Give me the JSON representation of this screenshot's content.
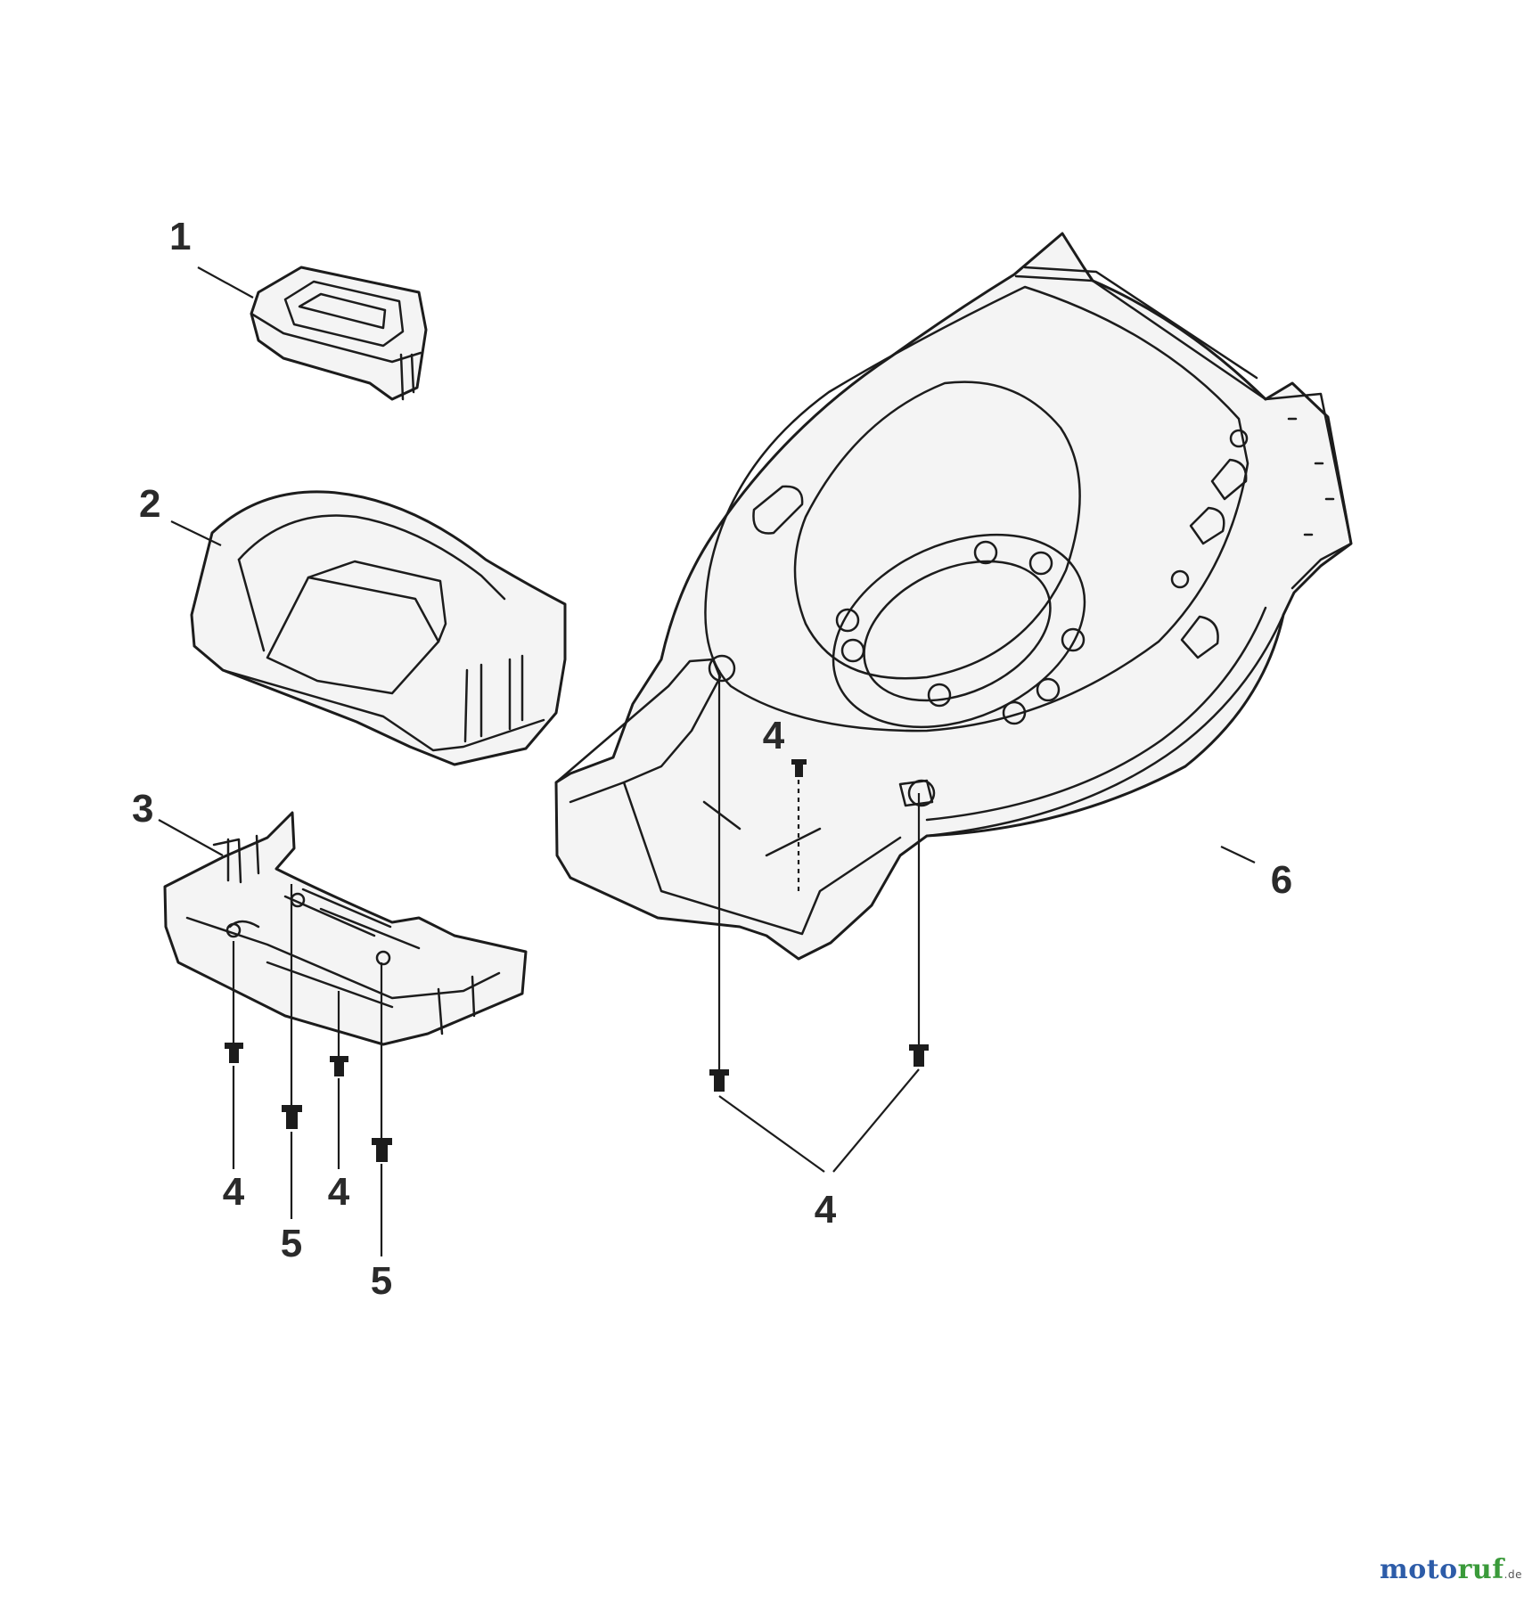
{
  "diagram": {
    "callouts": [
      {
        "part": "1"
      },
      {
        "part": "2"
      },
      {
        "part": "3"
      },
      {
        "part": "4"
      },
      {
        "part": "4"
      },
      {
        "part": "4"
      },
      {
        "part": "4"
      },
      {
        "part": "5"
      },
      {
        "part": "5"
      },
      {
        "part": "6"
      }
    ]
  },
  "watermark": {
    "text": "motoruf.de"
  },
  "colors": {
    "line": "#1c1c1c",
    "logo_blue": "#2d5ca8",
    "logo_green": "#3a9a3a"
  }
}
